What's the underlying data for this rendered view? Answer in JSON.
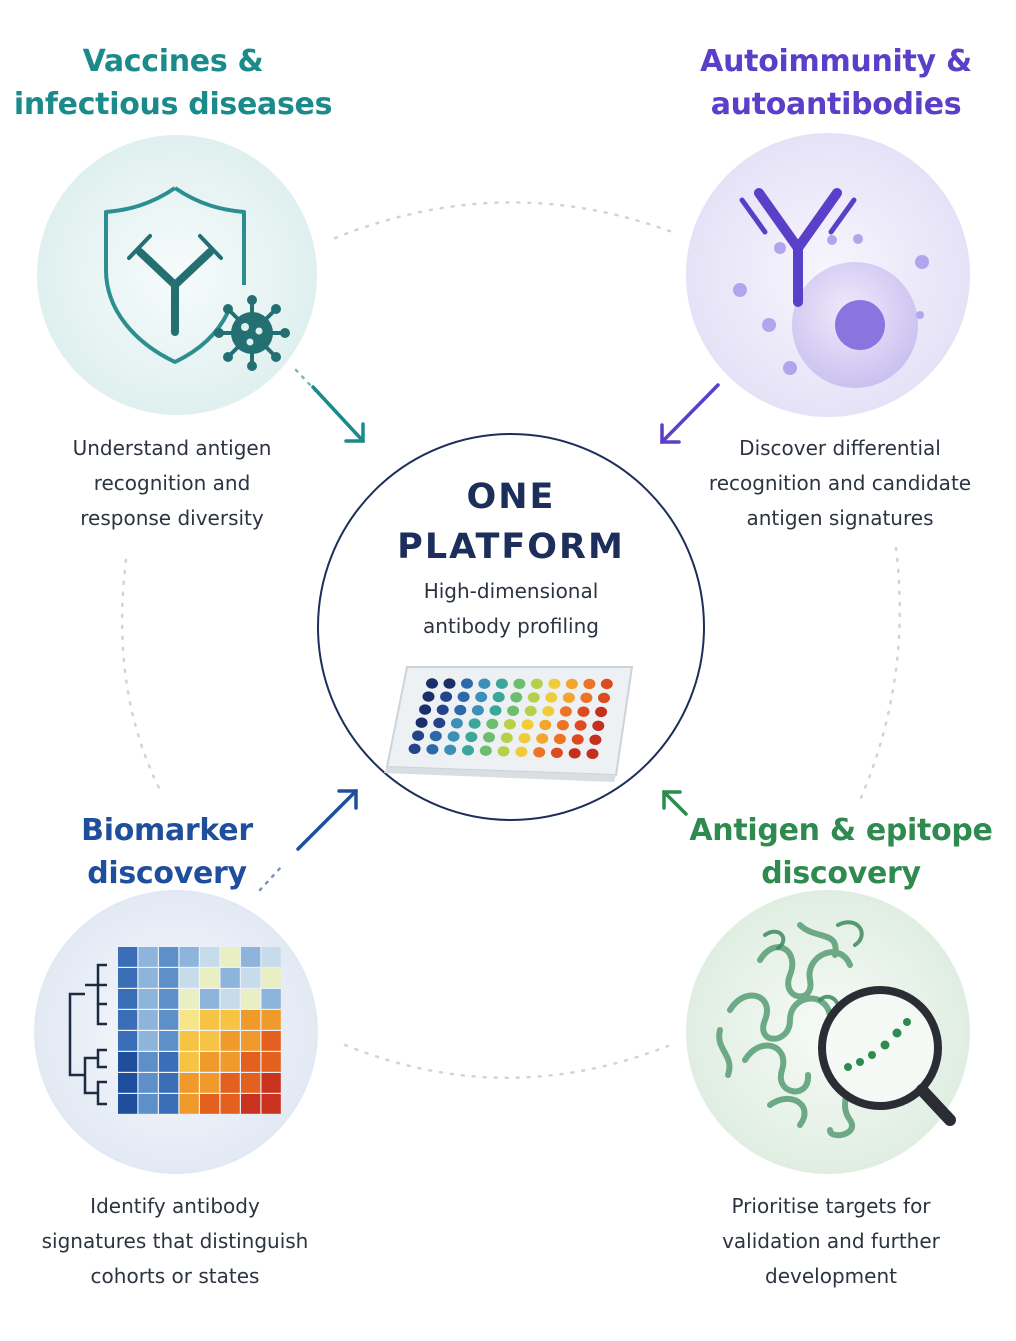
{
  "center": {
    "title_line1": "ONE",
    "title_line2": "PLATFORM",
    "subtitle_line1": "High-dimensional",
    "subtitle_line2": "antibody profiling"
  },
  "quadrants": {
    "vaccines": {
      "title_line1": "Vaccines &",
      "title_line2": "infectious diseases",
      "desc_line1": "Understand antigen",
      "desc_line2": "recognition and",
      "desc_line3": "response diversity",
      "color": "#1a8a8a",
      "icon": "shield-antibody-virus-icon"
    },
    "autoimmunity": {
      "title_line1": "Autoimmunity &",
      "title_line2": "autoantibodies",
      "desc_line1": "Discover differential",
      "desc_line2": "recognition and candidate",
      "desc_line3": "antigen signatures",
      "color": "#5a3fc8",
      "icon": "antibody-cell-icon"
    },
    "biomarker": {
      "title_line1": "Biomarker",
      "title_line2": "discovery",
      "desc_line1": "Identify antibody",
      "desc_line2": "signatures that distinguish",
      "desc_line3": "cohorts or states",
      "color": "#1f4f9c",
      "icon": "clustered-heatmap-icon"
    },
    "antigen": {
      "title_line1": "Antigen & epitope",
      "title_line2": "discovery",
      "desc_line1": "Prioritise targets for",
      "desc_line2": "validation and further",
      "desc_line3": "development",
      "color": "#2e8a4e",
      "icon": "protein-magnifier-icon"
    }
  },
  "icons": {
    "center": "microplate-icon"
  },
  "colors": {
    "center_ring": "#1c2e5a",
    "dotted_ring": "#d0d3d8"
  }
}
